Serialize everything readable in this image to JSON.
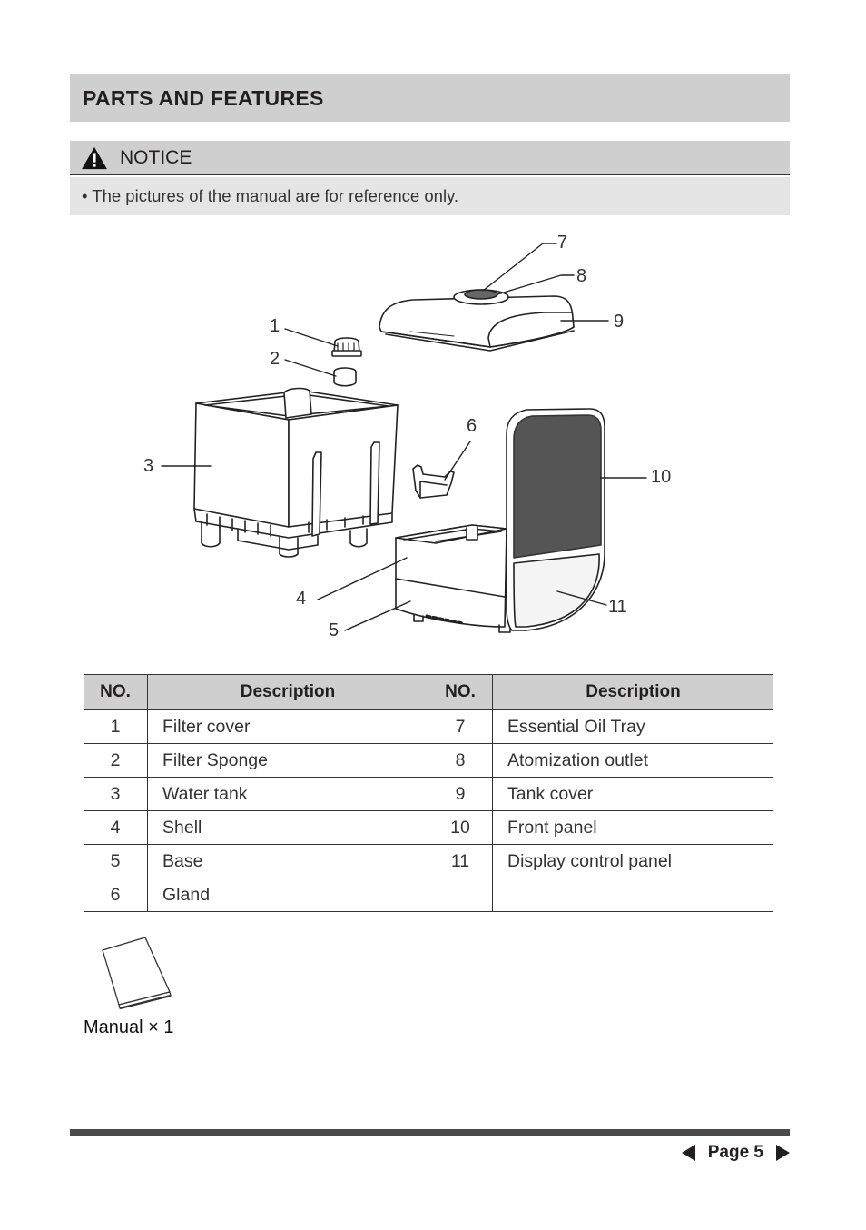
{
  "section": {
    "title": "PARTS AND FEATURES"
  },
  "notice": {
    "label": "NOTICE",
    "text": "• The pictures of the manual are for reference only."
  },
  "diagram": {
    "callouts": [
      "1",
      "2",
      "3",
      "4",
      "5",
      "6",
      "7",
      "8",
      "9",
      "10",
      "11"
    ]
  },
  "table": {
    "headers": {
      "no": "NO.",
      "desc": "Description",
      "no2": "NO.",
      "desc2": "Description"
    },
    "rows": [
      {
        "no": "1",
        "desc": "Filter cover",
        "no2": "7",
        "desc2": "Essential Oil Tray"
      },
      {
        "no": "2",
        "desc": "Filter Sponge",
        "no2": "8",
        "desc2": "Atomization outlet"
      },
      {
        "no": "3",
        "desc": "Water tank",
        "no2": "9",
        "desc2": "Tank cover"
      },
      {
        "no": "4",
        "desc": "Shell",
        "no2": "10",
        "desc2": "Front panel"
      },
      {
        "no": "5",
        "desc": "Base",
        "no2": "11",
        "desc2": "Display control panel"
      },
      {
        "no": "6",
        "desc": "Gland",
        "no2": "",
        "desc2": ""
      }
    ]
  },
  "accessory": {
    "label": "Manual × 1"
  },
  "footer": {
    "page_label": "Page 5"
  }
}
